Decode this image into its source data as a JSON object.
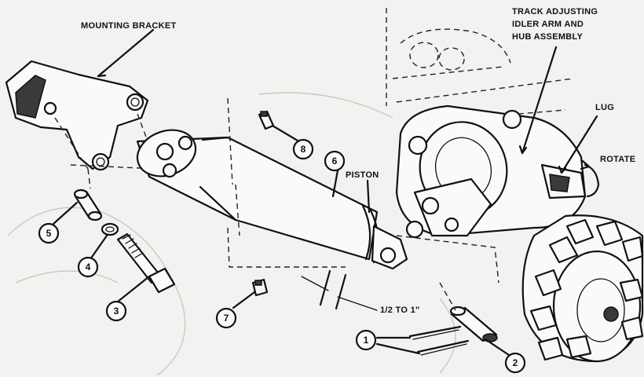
{
  "labels": {
    "mounting_bracket": "MOUNTING BRACKET",
    "track_line1": "TRACK ADJUSTING",
    "track_line2": "IDLER ARM AND",
    "track_line3": "HUB ASSEMBLY",
    "lug": "LUG",
    "rotate": "ROTATE",
    "piston": "PISTON",
    "measurement": "1/2 TO 1\""
  },
  "callouts": [
    "1",
    "2",
    "3",
    "4",
    "5",
    "6",
    "7",
    "8"
  ]
}
